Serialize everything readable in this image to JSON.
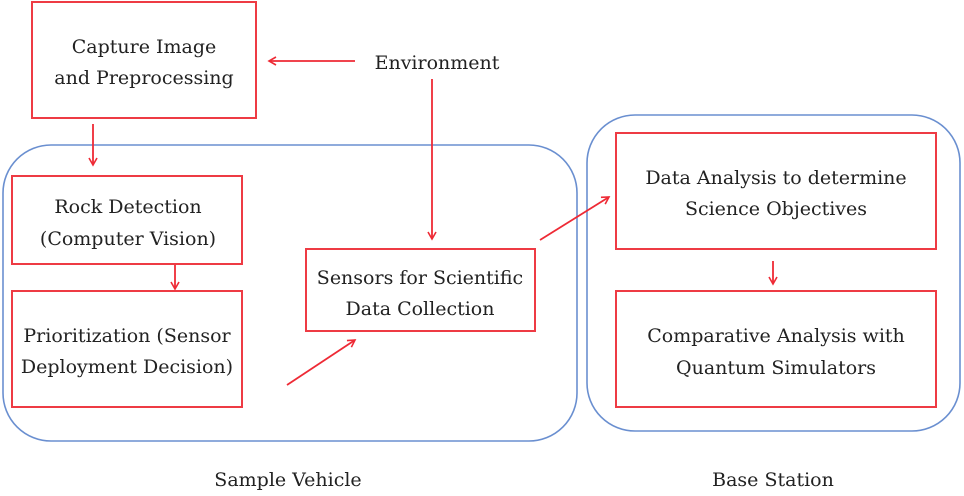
{
  "diagram": {
    "nodes": {
      "capture": [
        "Capture Image",
        "and Preprocessing"
      ],
      "environment": [
        "Environment"
      ],
      "rock": [
        "Rock Detection",
        "(Computer Vision)"
      ],
      "prioritization": [
        "Prioritization (Sensor",
        "Deployment Decision)"
      ],
      "sensors": [
        "Sensors for Scientific",
        "Data Collection"
      ],
      "analysis": [
        "Data Analysis to determine",
        "Science Objectives"
      ],
      "comparative": [
        "Comparative Analysis with",
        "Quantum Simulators"
      ]
    },
    "groups": {
      "vehicle": "Sample Vehicle",
      "station": "Base Station"
    },
    "edges": [
      {
        "from": "environment",
        "to": "capture"
      },
      {
        "from": "capture",
        "to": "rock"
      },
      {
        "from": "environment",
        "to": "sensors"
      },
      {
        "from": "rock",
        "to": "prioritization"
      },
      {
        "from": "prioritization",
        "to": "sensors"
      },
      {
        "from": "sensors",
        "to": "analysis"
      },
      {
        "from": "analysis",
        "to": "comparative"
      }
    ],
    "colors": {
      "box_border": "#ee3b44",
      "arrow": "#ee2a35",
      "group_border": "#6a8fd0",
      "text": "#222222"
    }
  }
}
